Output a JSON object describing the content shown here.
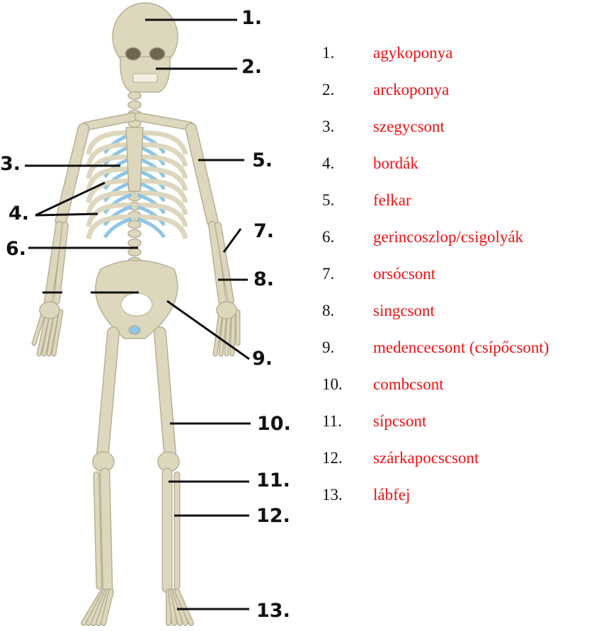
{
  "colors": {
    "bone": "#ddd7be",
    "bone_shade": "#b8b095",
    "cartilage": "#8ec5e6",
    "line": "#111111",
    "label_text": "#ee1111"
  },
  "callouts": [
    "1.",
    "2.",
    "3.",
    "4.",
    "5.",
    "6.",
    "7.",
    "8.",
    "9.",
    "10.",
    "11.",
    "12.",
    "13."
  ],
  "legend": [
    {
      "num": "1.",
      "name": "agykoponya"
    },
    {
      "num": "2.",
      "name": "arckoponya"
    },
    {
      "num": "3.",
      "name": "szegycsont"
    },
    {
      "num": "4.",
      "name": "bordák"
    },
    {
      "num": "5.",
      "name": "felkar"
    },
    {
      "num": "6.",
      "name": "gerincoszlop/csigolyák"
    },
    {
      "num": "7.",
      "name": "orsócsont"
    },
    {
      "num": "8.",
      "name": "singcsont"
    },
    {
      "num": "9.",
      "name": "medencecsont (csípőcsont)"
    },
    {
      "num": "10.",
      "name": "combcsont"
    },
    {
      "num": "11.",
      "name": "sípcsont"
    },
    {
      "num": "12.",
      "name": "szárkapocscsont"
    },
    {
      "num": "13.",
      "name": "lábfej"
    }
  ]
}
